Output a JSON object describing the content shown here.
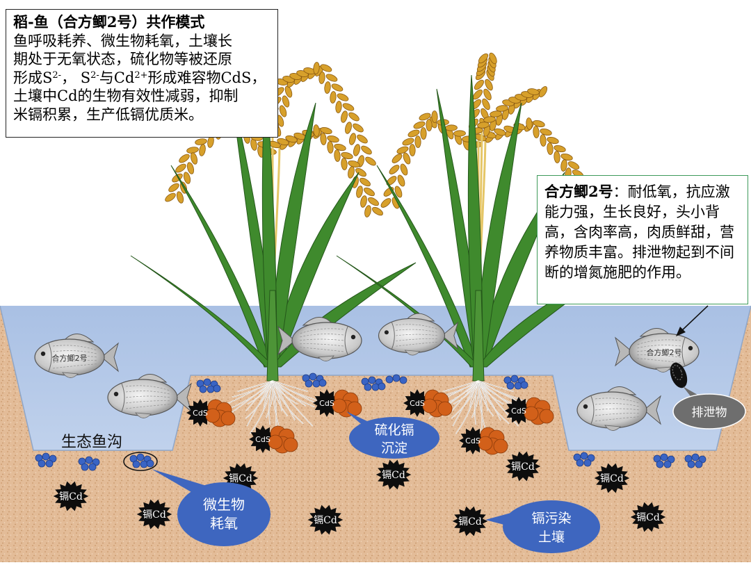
{
  "left_box": {
    "title": "稻-鱼（合方鲫2号）共作模式",
    "line1": "鱼呼吸耗养、微生物耗氧，土壤长",
    "line2": "期处于无氧状态，硫化物等被还原",
    "line3_a": "形成S",
    "line3_sup1": "2-",
    "line3_b": "， S",
    "line3_sup2": "2-",
    "line3_c": "与Cd",
    "line3_sup3": "2+",
    "line3_d": "形成难容物CdS，",
    "line4": "土壤中Cd的生物有效性减弱，抑制",
    "line5": "米镉积累，生产低镉优质米。"
  },
  "right_box": {
    "title": "合方鲫2号",
    "text": "：耐低氧，抗应激能力强，生长良好，头小背高，含肉率高，肉质鲜甜，营养物质丰富。排泄物起到不间断的增氮施肥的作用。"
  },
  "labels": {
    "eco_ditch": "生态鱼沟",
    "fish_name": "合方鲫2号",
    "excreta": "排泄物",
    "cds": "CdS",
    "cd": "镉Cd"
  },
  "callouts": {
    "microbe_l1": "微生物",
    "microbe_l2": "耗氧",
    "cds_l1": "硫化镉",
    "cds_l2": "沉淀",
    "soil_l1": "镉污染",
    "soil_l2": "土壤"
  },
  "colors": {
    "water": "#b2c8e6",
    "soil": "#e3bc98",
    "grain": "#d7a02b",
    "leaf": "#3f8a2d",
    "cds_clump": "#d2601a",
    "callout": "#3e66bf",
    "microbe": "#3a64c4"
  }
}
